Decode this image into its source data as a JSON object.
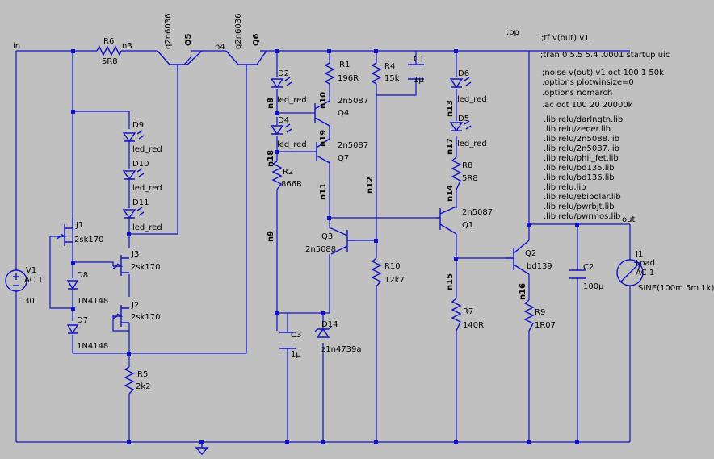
{
  "colors": {
    "background": "#c0c0c0",
    "wire": "#1010c8",
    "text": "#000000"
  },
  "nets": {
    "in": "in",
    "n3": "n3",
    "n4": "n4",
    "out": "out",
    "n8": "n8",
    "n10": "n10",
    "n19": "n19",
    "n18": "n18",
    "n9": "n9",
    "n11": "n11",
    "n12": "n12",
    "n13": "n13",
    "n17": "n17",
    "n14": "n14",
    "n15": "n15",
    "n16": "n16"
  },
  "components": {
    "R6": {
      "ref": "R6",
      "value": "5R8"
    },
    "Q5": {
      "ref": "Q5",
      "value": "q2n6036"
    },
    "Q6": {
      "ref": "Q6",
      "value": "q2n6036"
    },
    "D9": {
      "ref": "D9",
      "value": "led_red"
    },
    "D10": {
      "ref": "D10",
      "value": "led_red"
    },
    "D11": {
      "ref": "D11",
      "value": "led_red"
    },
    "J1": {
      "ref": "J1",
      "value": "2sk170"
    },
    "J3": {
      "ref": "J3",
      "value": "2sk170"
    },
    "J2": {
      "ref": "J2",
      "value": "2sk170"
    },
    "D8": {
      "ref": "D8",
      "value": "1N4148"
    },
    "D7": {
      "ref": "D7",
      "value": "1N4148"
    },
    "R5": {
      "ref": "R5",
      "value": "2k2"
    },
    "V1": {
      "ref": "V1",
      "value": "AC 1",
      "dc": "30"
    },
    "D2": {
      "ref": "D2",
      "value": "led_red"
    },
    "D4": {
      "ref": "D4",
      "value": "led_red"
    },
    "R1": {
      "ref": "R1",
      "value": "196R"
    },
    "Q4": {
      "ref": "Q4",
      "value": "2n5087"
    },
    "Q7": {
      "ref": "Q7",
      "value": "2n5087"
    },
    "R2": {
      "ref": "R2",
      "value": "866R"
    },
    "Q3": {
      "ref": "Q3",
      "value": "2n5088"
    },
    "C3": {
      "ref": "C3",
      "value": "1µ"
    },
    "D14": {
      "ref": "D14",
      "value": "z1n4739a"
    },
    "R4": {
      "ref": "R4",
      "value": "15k"
    },
    "C1": {
      "ref": "C1",
      "value": "1µ"
    },
    "R10": {
      "ref": "R10",
      "value": "12k7"
    },
    "D6": {
      "ref": "D6",
      "value": "led_red"
    },
    "D5": {
      "ref": "D5",
      "value": "led_red"
    },
    "R8": {
      "ref": "R8",
      "value": "5R8"
    },
    "Q1": {
      "ref": "Q1",
      "value": "2n5087"
    },
    "R7": {
      "ref": "R7",
      "value": "140R"
    },
    "Q2": {
      "ref": "Q2",
      "value": "bd139"
    },
    "R9": {
      "ref": "R9",
      "value": "1R07"
    },
    "C2": {
      "ref": "C2",
      "value": "100µ"
    },
    "I1": {
      "ref": "I1",
      "name": "Load",
      "value": "AC 1",
      "wave": "SINE(100m 5m 1k)"
    }
  },
  "directives": {
    "op": ";op",
    "tf": ";tf v(out) v1",
    "tran": ";tran 0 5.5 5.4 .0001 startup uic",
    "noise": ";noise v(out) v1 oct 100 1 50k",
    "options1": ".options plotwinsize=0",
    "options2": ".options nomarch",
    "ac": ".ac oct 100 20 20000k",
    "libs": [
      ".lib relu/darlngtn.lib",
      ".lib relu/zener.lib",
      ".lib relu/2n5088.lib",
      ".lib relu/2n5087.lib",
      ".lib relu/phil_fet.lib",
      ".lib relu/bd135.lib",
      ".lib relu/bd136.lib",
      ".lib relu.lib",
      ".lib relu/ebipolar.lib",
      ".lib relu/pwrbjt.lib",
      ".lib relu/pwrmos.lib"
    ]
  }
}
